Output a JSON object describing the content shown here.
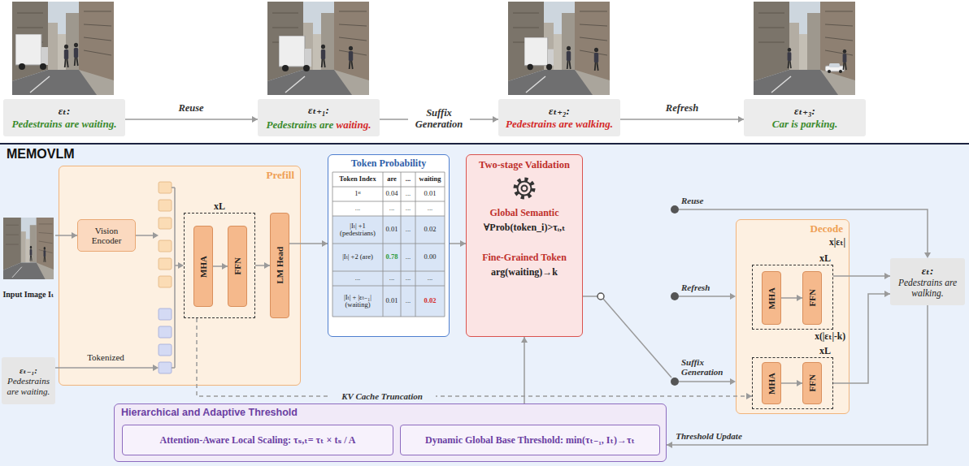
{
  "diagram": {
    "nodes": [
      {
        "text": [
          "εₜ:",
          "Pedestrains are waiting."
        ]
      },
      {
        "text": [
          "εₜ₊₁:",
          "Pedestrains are",
          "waiting."
        ]
      },
      {
        "text": [
          "εₜ₊₂:",
          "Pedestrains are walking."
        ]
      },
      {
        "text": [
          "εₜ₊₃:",
          "Car is parking."
        ]
      },
      {
        "text": [
          "MEMOVLM"
        ]
      },
      {
        "text": [
          "Input Image Iₜ"
        ],
        "in": 4
      },
      {
        "text": [
          "Prefill"
        ],
        "in": 4
      },
      {
        "text": [
          "Vision Encoder"
        ],
        "in": 6
      },
      {
        "text": [
          "xL"
        ],
        "in": 6
      },
      {
        "text": [
          "MHA"
        ],
        "in": 8
      },
      {
        "text": [
          "FFN"
        ],
        "in": 8
      },
      {
        "text": [
          "LM Head"
        ],
        "in": 6
      },
      {
        "text": [
          "εₜ₋₁:",
          "Pedestrains are waiting."
        ],
        "in": 4
      },
      {
        "text": [
          "Token Probability"
        ],
        "in": 4
      },
      {
        "text": [
          "Two-stage Validation",
          "Global Semantic",
          "∀Prob(token_i)>τᵢ,ₜ",
          "Fine-Grained Token",
          "arg(waiting)→k"
        ],
        "in": 4
      },
      {
        "text": [
          "Decode"
        ],
        "in": 4
      },
      {
        "text": [
          "xL"
        ],
        "in": 15
      },
      {
        "text": [
          "MHA"
        ],
        "in": 16
      },
      {
        "text": [
          "FFN"
        ],
        "in": 16
      },
      {
        "text": [
          "xL"
        ],
        "in": 15
      },
      {
        "text": [
          "MHA"
        ],
        "in": 19
      },
      {
        "text": [
          "FFN"
        ],
        "in": 19
      },
      {
        "text": [
          "εₜ:",
          "Pedestrains are walking."
        ],
        "in": 4
      },
      {
        "text": [
          "Hierarchical and Adaptive Threshold"
        ],
        "in": 4
      },
      {
        "text": [
          "Attention-Aware Local Scaling: τₛ,ₜ= τₜ × tₛ / A"
        ],
        "in": 23
      },
      {
        "text": [
          "Dynamic Global Base Threshold: min(τₜ₋₁, Iₜ)→τₜ"
        ],
        "in": 23
      }
    ],
    "edges": [
      {
        "from": 0,
        "to": 1,
        "label": "Reuse",
        "arrow": "to"
      },
      {
        "from": 1,
        "to": 2,
        "label": "Suffix Generation",
        "arrow": "to"
      },
      {
        "from": 2,
        "to": 3,
        "label": "Refresh",
        "arrow": "to"
      },
      {
        "from": 5,
        "to": 7,
        "arrow": "to"
      },
      {
        "from": 9,
        "to": 10,
        "arrow": "to"
      },
      {
        "from": 11,
        "to": 13,
        "arrow": "to"
      },
      {
        "from": 13,
        "to": 14,
        "arrow": "to"
      },
      {
        "from": 8,
        "to": 19,
        "label": "KV Cache Truncation",
        "arrow": "to"
      },
      {
        "from": 17,
        "to": 18,
        "arrow": "to"
      },
      {
        "from": 20,
        "to": 21,
        "arrow": "to"
      },
      {
        "from": 16,
        "to": 22,
        "arrow": "to"
      },
      {
        "from": 19,
        "to": 22,
        "arrow": "to"
      },
      {
        "from": 22,
        "to": 23,
        "label": "Threshold Update",
        "arrow": "to"
      },
      {
        "from": 23,
        "to": 14,
        "arrow": "to"
      },
      {
        "from": 8,
        "to": 11,
        "arrow": "to"
      }
    ],
    "labels": [
      "Tokenized",
      "Token Index",
      "are",
      "...",
      "waiting",
      "1ˢᵗ",
      "0.04",
      "...",
      "0.01",
      "...",
      "...",
      "...",
      "...",
      "|Iₜ| +1 (pedestrians)",
      "0.01",
      "...",
      "0.02",
      "|Iₜ| +2 (are)",
      "0.78",
      "...",
      "0.00",
      "...",
      "...",
      "...",
      "...",
      "|Iₜ| + |εₜ₋₁| (waiting)",
      "0.01",
      "...",
      "0.02",
      "Reuse",
      "Refresh",
      "Suffix Generation",
      "x|εₜ|",
      "x(|εₜ|-k)"
    ]
  }
}
